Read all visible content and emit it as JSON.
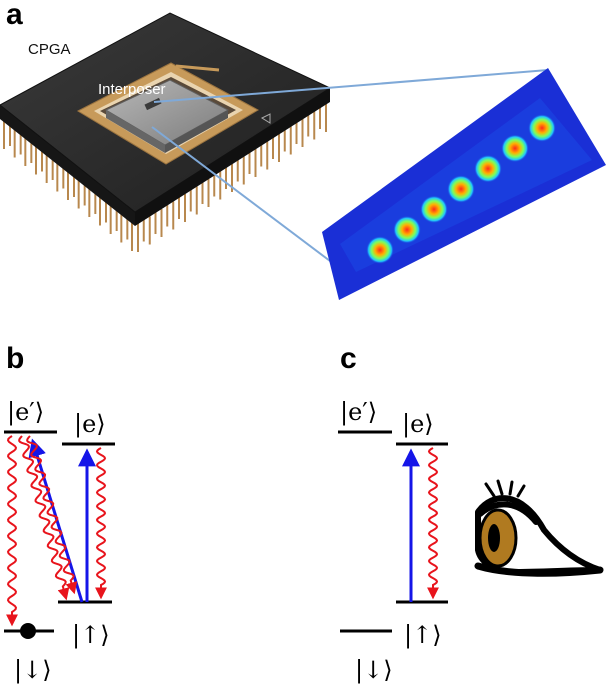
{
  "panels": {
    "a": {
      "label": "a",
      "cpga_label": "CPGA",
      "interposer_label": "Interposer"
    },
    "b": {
      "label": "b",
      "ket_e_prime": "|e′⟩",
      "ket_e": "|e⟩",
      "ket_up": "|↑⟩",
      "ket_down": "|↓⟩"
    },
    "c": {
      "label": "c",
      "ket_e_prime": "|e′⟩",
      "ket_e": "|e⟩",
      "ket_up": "|↑⟩",
      "ket_down": "|↓⟩"
    }
  },
  "ion_image": {
    "ion_count": 7
  },
  "colors": {
    "laser_blue": "#1515e8",
    "decay_red": "#e8141c",
    "chip_gold": "#c79a5a",
    "chip_body": "#2b2b2b",
    "pin_gold": "#b8884e",
    "iris_brown": "#b07a20",
    "image_background": "#1a2fd6"
  },
  "icons": {
    "eye": "eye-icon",
    "chip": "cpga-chip-icon"
  }
}
